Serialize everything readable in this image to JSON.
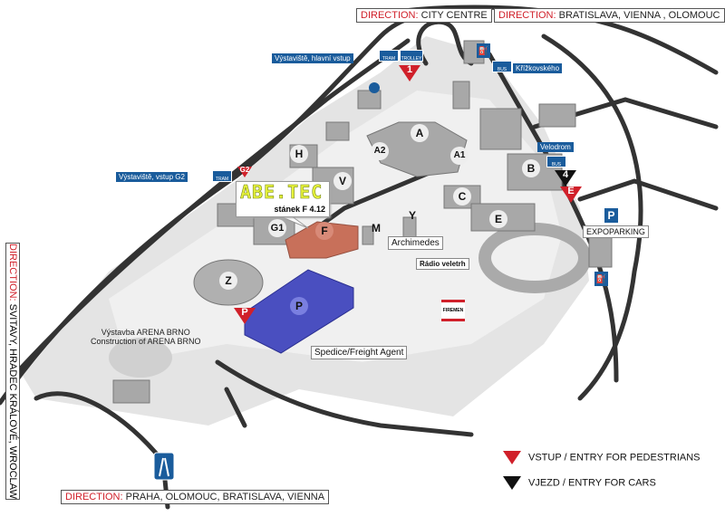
{
  "directions": {
    "top_center": {
      "prefix": "DIRECTION:",
      "text": " CITY CENTRE"
    },
    "top_right": {
      "prefix": "DIRECTION:",
      "text": " BRATISLAVA, VIENNA , OLOMOUC"
    },
    "left": {
      "prefix": "DIRECTION:",
      "text": " SVITAVY, HRADEC KRÁLOVÉ, WROCLAW"
    },
    "bottom": {
      "prefix": "DIRECTION:",
      "text": " PRAHA, OLOMOUC, BRATISLAVA, VIENNA"
    }
  },
  "stops": {
    "main_entrance": "Výstaviště, hlavní vstup",
    "g2_entrance": "Výstaviště, vstup G2",
    "krizkovskeho": "Křížkovského",
    "velodrom": "Velodrom",
    "tram": "TRAM",
    "trolley": "TROLLEY",
    "bus": "BUS"
  },
  "halls": [
    "A",
    "A2",
    "A1",
    "B",
    "C",
    "E",
    "F",
    "G1",
    "H",
    "M",
    "P",
    "V",
    "Y",
    "Z"
  ],
  "entries": {
    "e1": "1",
    "g2": "G2",
    "e4": "4",
    "eE": "E",
    "eP": "P"
  },
  "labels": {
    "archimedes": "Archimedes",
    "radio": "Rádio veletrh",
    "expoparking": "EXPOPARKING",
    "parking": "P",
    "spedice": "Spedice/Freight Agent",
    "arena_cz": "Výstavba ARENA BRNO",
    "arena_en": "Construction of ARENA BRNO",
    "firemen": "FIREMEN"
  },
  "callout": {
    "logo": "ABE.TEC",
    "stand": "stánek F 4.12"
  },
  "legend": {
    "pedestrians": "VSTUP / ENTRY FOR PEDESTRIANS",
    "cars": "VJEZD / ENTRY FOR CARS"
  },
  "colors": {
    "accent_red": "#d0202a",
    "stop_blue": "#1a5c9c",
    "highlight_hall": "#c8705a",
    "parking_hall": "#4a4fc0"
  }
}
